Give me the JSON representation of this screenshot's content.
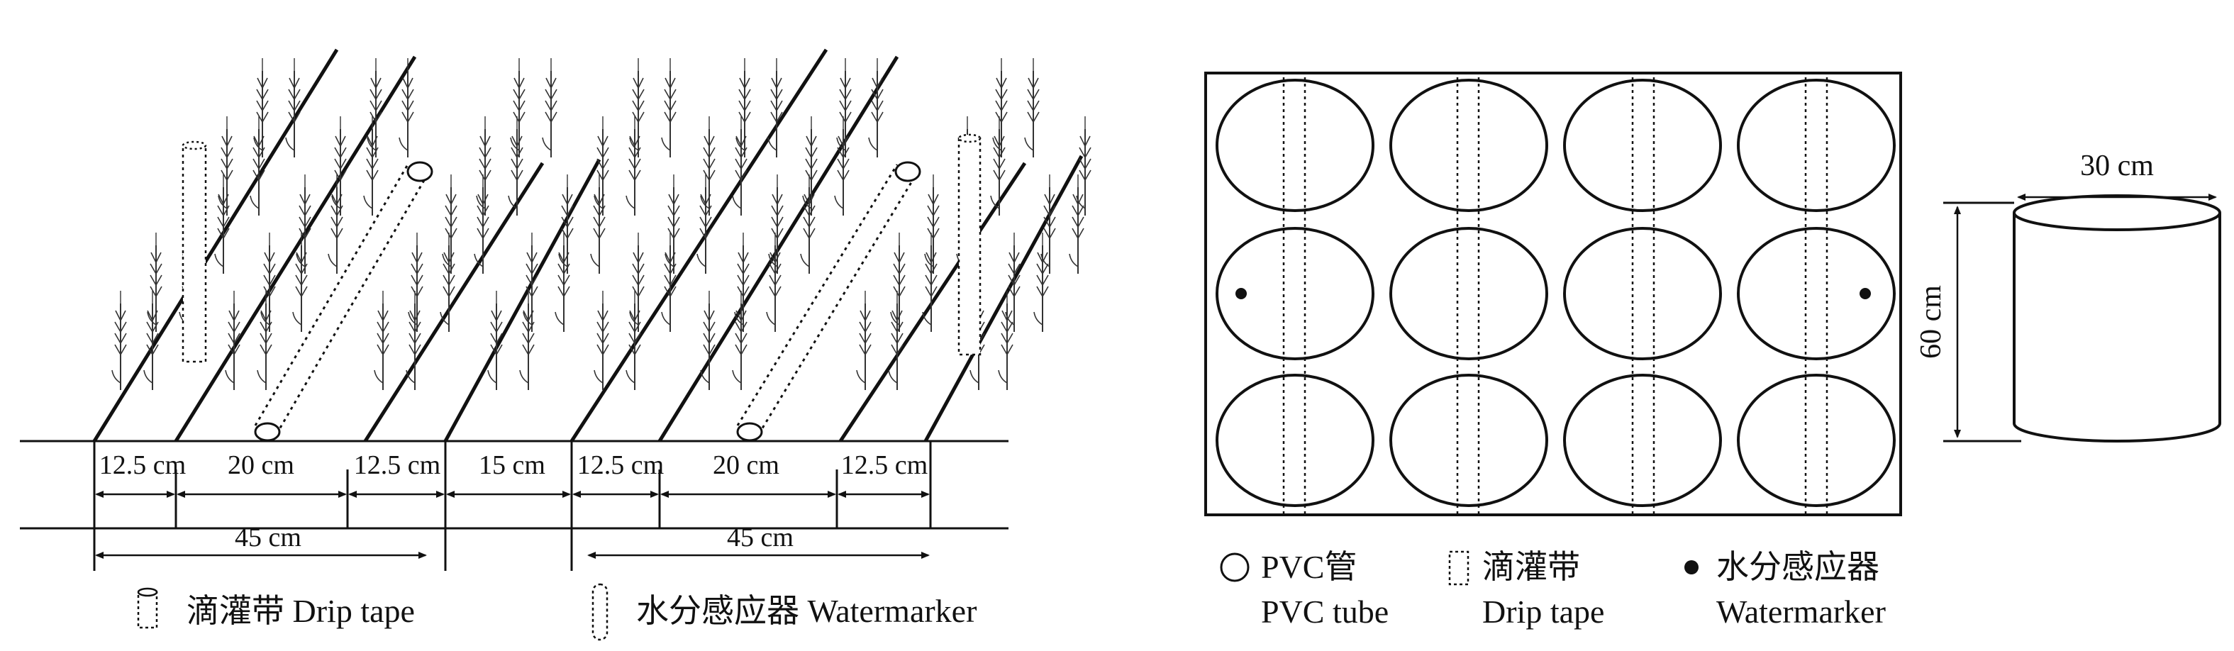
{
  "field_section": {
    "spacing_labels": [
      "12.5 cm",
      "20 cm",
      "12.5 cm",
      "15 cm",
      "12.5 cm",
      "20 cm",
      "12.5 cm"
    ],
    "span_labels": [
      "45 cm",
      "45 cm"
    ],
    "legend": {
      "drip_tape": "滴灌带 Drip tape",
      "watermarker": "水分感应器 Watermarker"
    }
  },
  "layout_section": {
    "grid": {
      "rows": 3,
      "cols": 4
    },
    "sensor_cells": [
      "row2-col1",
      "row2-col4"
    ],
    "legend": {
      "pvc_cn": "PVC管",
      "pvc_en": "PVC tube",
      "drip_cn": "滴灌带",
      "drip_en": "Drip tape",
      "sensor_cn": "水分感应器",
      "sensor_en": "Watermarker"
    }
  },
  "cylinder": {
    "diameter": "30 cm",
    "height": "60 cm"
  }
}
